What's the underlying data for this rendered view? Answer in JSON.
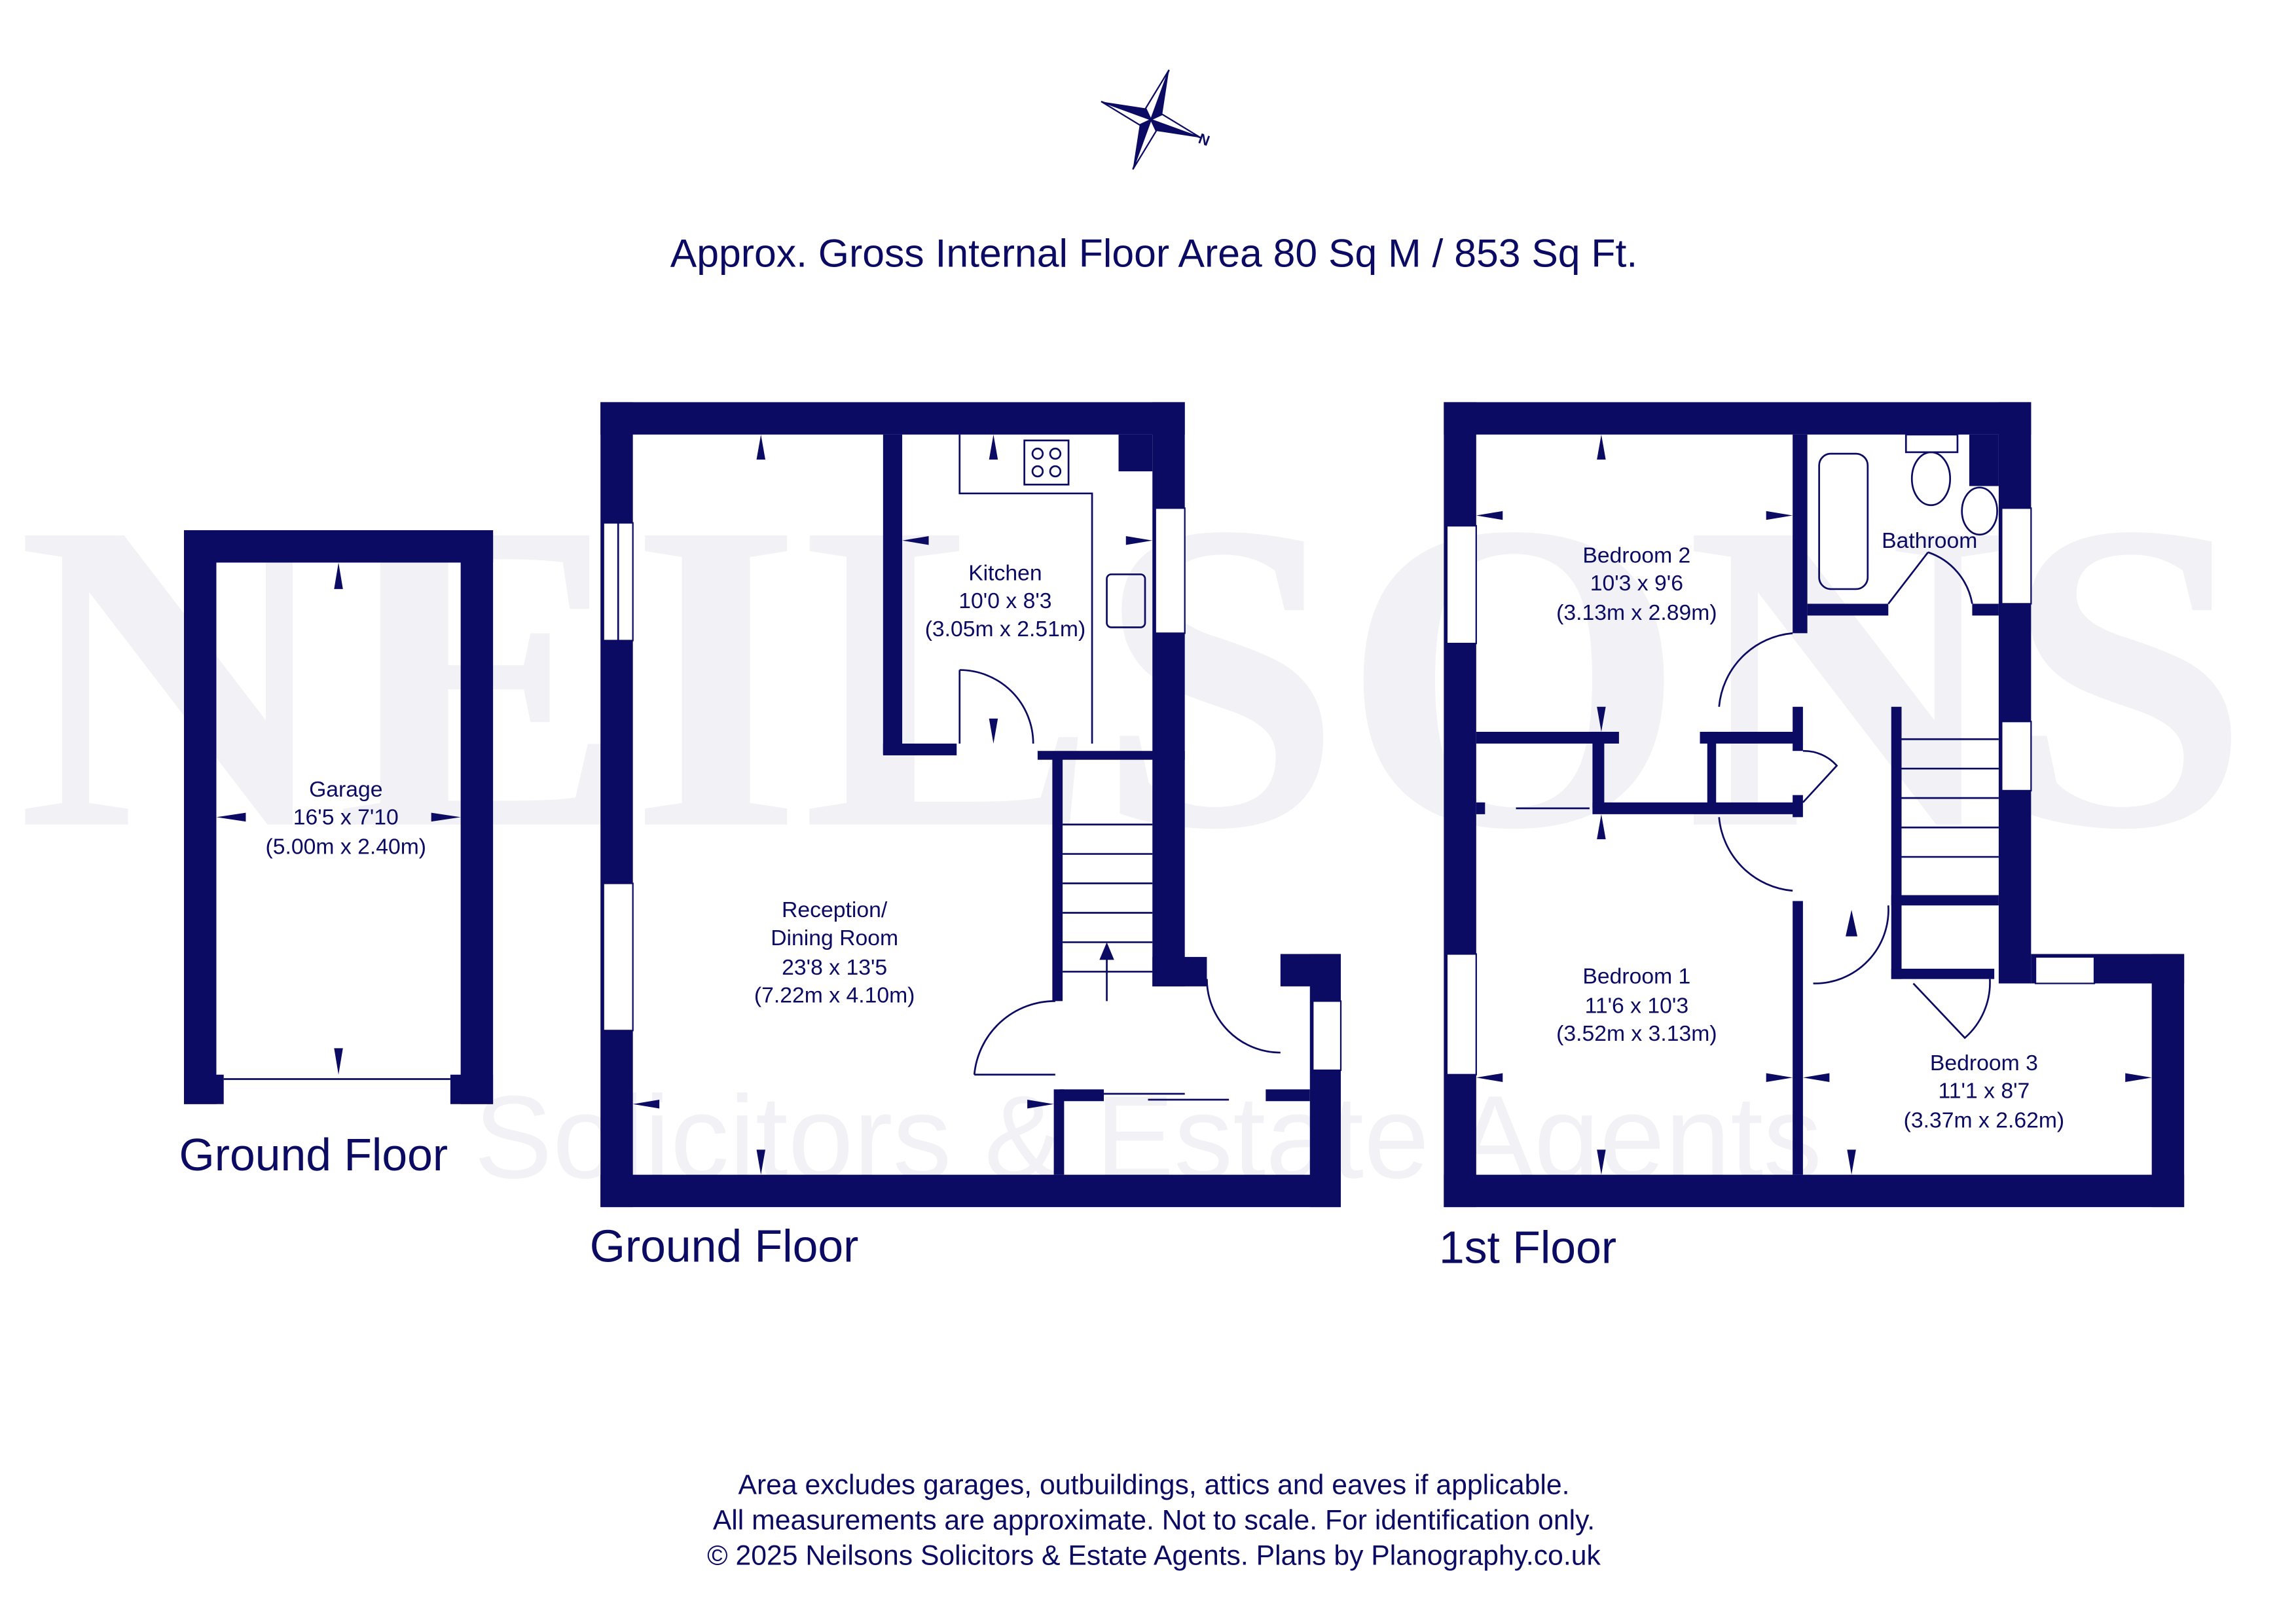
{
  "header": {
    "compass_label": "N",
    "title": "Approx. Gross Internal Floor Area 80 Sq M / 853 Sq Ft."
  },
  "watermark": {
    "brand": "NEILSONS",
    "tagline": "Solicitors & Estate Agents"
  },
  "colors": {
    "ink": "#0b0b63",
    "background": "#ffffff"
  },
  "floors": [
    {
      "label": "Ground Floor",
      "rooms": [
        {
          "name": "Garage",
          "imperial": "16'5 x 7'10",
          "metric": "(5.00m x 2.40m)"
        }
      ]
    },
    {
      "label": "Ground Floor",
      "rooms": [
        {
          "name": "Kitchen",
          "imperial": "10'0 x 8'3",
          "metric": "(3.05m x 2.51m)"
        },
        {
          "name": "Reception/",
          "name2": "Dining Room",
          "imperial": "23'8 x 13'5",
          "metric": "(7.22m x 4.10m)"
        }
      ]
    },
    {
      "label": "1st Floor",
      "rooms": [
        {
          "name": "Bedroom 2",
          "imperial": "10'3 x 9'6",
          "metric": "(3.13m x 2.89m)"
        },
        {
          "name": "Bathroom"
        },
        {
          "name": "Bedroom 1",
          "imperial": "11'6 x 10'3",
          "metric": "(3.52m x 3.13m)"
        },
        {
          "name": "Bedroom 3",
          "imperial": "11'1 x 8'7",
          "metric": "(3.37m x 2.62m)"
        }
      ]
    }
  ],
  "footer": {
    "line1": "Area excludes garages, outbuildings, attics and eaves if applicable.",
    "line2": "All measurements are approximate. Not to scale. For identification only.",
    "line3": "© 2025 Neilsons Solicitors & Estate Agents. Plans by Planography.co.uk"
  }
}
